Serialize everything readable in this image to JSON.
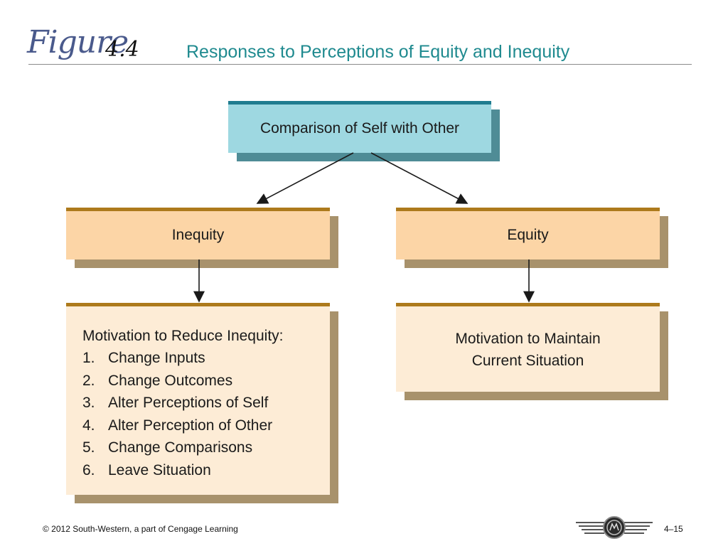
{
  "header": {
    "figure_word": "Figure",
    "figure_number": "4.4",
    "title": "Responses to Perceptions of Equity and Inequity"
  },
  "diagram": {
    "comparison": "Comparison of Self with Other",
    "inequity": "Inequity",
    "equity": "Equity",
    "reduce": {
      "heading": "Motivation to Reduce Inequity:",
      "items": [
        {
          "num": "1.",
          "text": "Change Inputs"
        },
        {
          "num": "2.",
          "text": "Change Outcomes"
        },
        {
          "num": "3.",
          "text": "Alter Perceptions of Self"
        },
        {
          "num": "4.",
          "text": "Alter Perception of Other"
        },
        {
          "num": "5.",
          "text": "Change Comparisons"
        },
        {
          "num": "6.",
          "text": "Leave Situation"
        }
      ]
    },
    "maintain": {
      "line1": "Motivation to Maintain",
      "line2": "Current Situation"
    }
  },
  "footer": {
    "copyright": "© 2012 South-Western, a part of Cengage Learning",
    "page": "4–15",
    "logo_icon": "winged-emblem-icon"
  },
  "colors": {
    "title": "#1f8a8f",
    "comparison_fill": "#9ed8e1",
    "comparison_bar": "#207c8f",
    "comparison_shadow": "#4f8c96",
    "orange_fill": "#fcd5a6",
    "light_fill": "#fdecd6",
    "orange_bar": "#ad7a1c",
    "orange_shadow": "#a8926c"
  }
}
